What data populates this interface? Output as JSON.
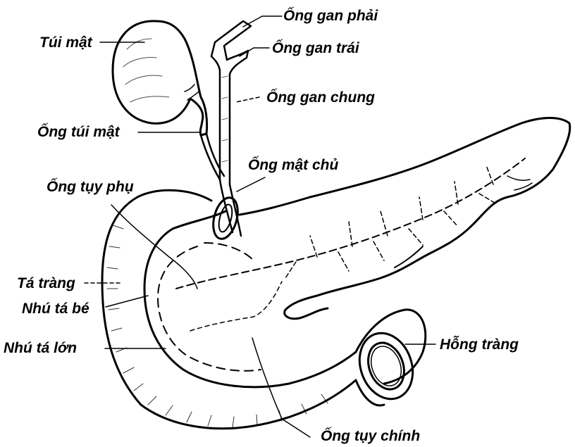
{
  "labels": {
    "tui_mat": "Túi mật",
    "ong_gan_phai": "Ống gan phải",
    "ong_gan_trai": "Ống gan trái",
    "ong_gan_chung": "Ống gan chung",
    "ong_tui_mat": "Ống túi mật",
    "ong_mat_chu": "Ống mật chủ",
    "ong_tuy_phu": "Ống tụy phụ",
    "ta_trang": "Tá tràng",
    "nhu_ta_be": "Nhú tá bé",
    "nhu_ta_lon": "Nhú tá lớn",
    "hong_trang": "Hỗng tràng",
    "ong_tuy_chinh": "Ống tụy chính"
  }
}
